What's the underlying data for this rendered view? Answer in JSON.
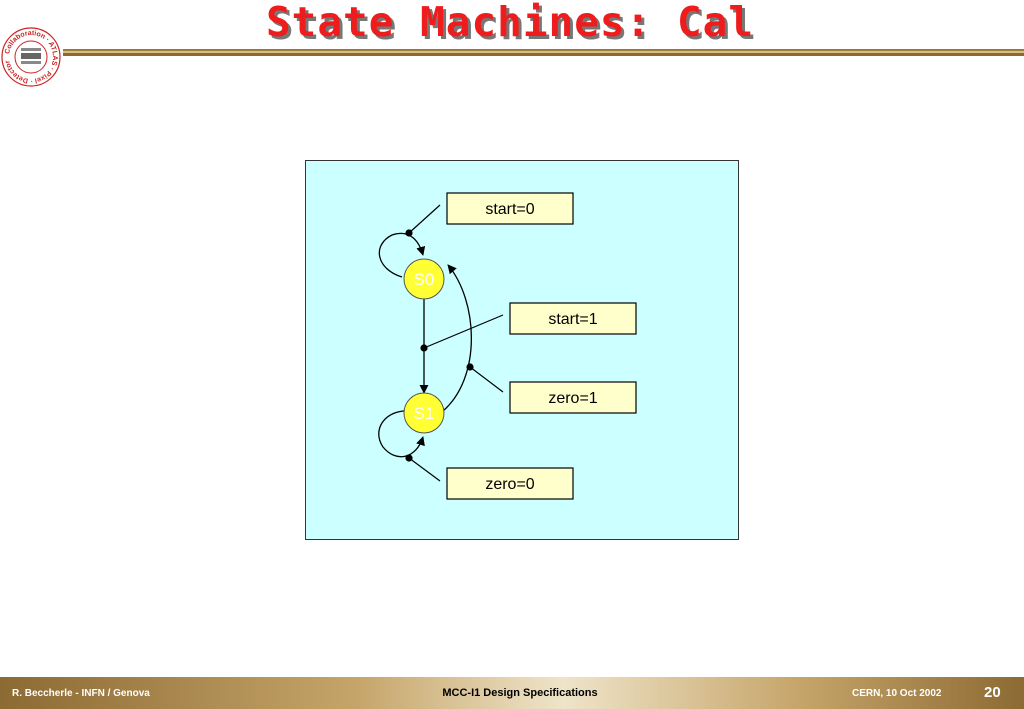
{
  "header": {
    "title": "State Machines: Cal",
    "logo_text": "ATLAS Pixel Detector Collaboration"
  },
  "diagram": {
    "states": [
      {
        "id": "S0",
        "label": "S0"
      },
      {
        "id": "S1",
        "label": "S1"
      }
    ],
    "conditions": [
      {
        "id": "start0",
        "label": "start=0"
      },
      {
        "id": "start1",
        "label": "start=1"
      },
      {
        "id": "zero1",
        "label": "zero=1"
      },
      {
        "id": "zero0",
        "label": "zero=0"
      }
    ],
    "transitions": [
      {
        "from": "S0",
        "to": "S0",
        "condition": "start=0"
      },
      {
        "from": "S0",
        "to": "S1",
        "condition": "start=1"
      },
      {
        "from": "S1",
        "to": "S0",
        "condition": "zero=1"
      },
      {
        "from": "S1",
        "to": "S1",
        "condition": "zero=0"
      }
    ],
    "colors": {
      "panel": "#ccffff",
      "state_fill": "#ffff33",
      "condition_fill": "#ffffcc",
      "title": "#ee1c1c"
    }
  },
  "footer": {
    "author": "R. Beccherle - INFN / Genova",
    "document": "MCC-I1 Design Specifications",
    "date": "CERN, 10 Oct 2002",
    "page": "20"
  }
}
